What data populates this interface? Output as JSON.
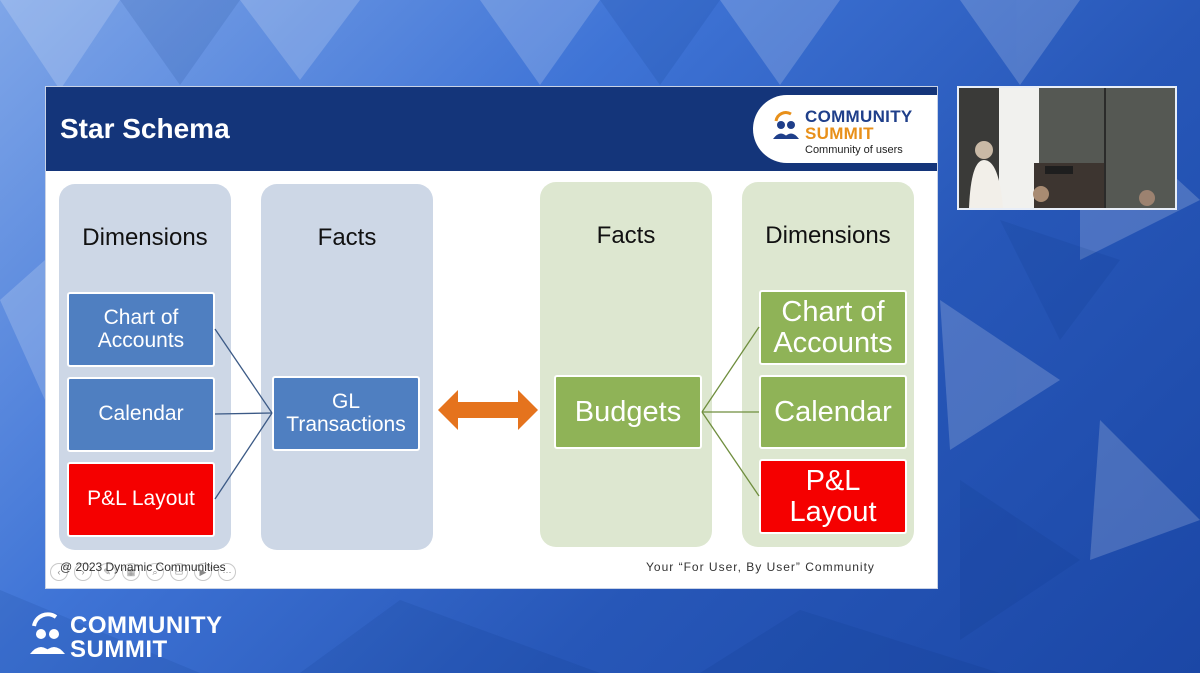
{
  "slide": {
    "title": "Star Schema",
    "logo": {
      "line1": "COMMUNITY",
      "line2": "SUMMIT",
      "tagline": "Community of users"
    },
    "left_diagram": {
      "dimensions_label": "Dimensions",
      "facts_label": "Facts",
      "dimension_boxes": [
        "Chart of Accounts",
        "Calendar",
        "P&L Layout"
      ],
      "fact_box": "GL Transactions"
    },
    "right_diagram": {
      "facts_label": "Facts",
      "dimensions_label": "Dimensions",
      "fact_box": "Budgets",
      "dimension_boxes": [
        "Chart of Accounts",
        "Calendar",
        "P&L Layout"
      ]
    },
    "footer_left": "@ 2023 Dynamic Communities",
    "footer_right": "Your “For User, By User” Community"
  },
  "bottom_logo": {
    "line1": "COMMUNITY",
    "line2": "SUMMIT"
  },
  "colors": {
    "header": "#14357a",
    "blue_box": "#4f7fc1",
    "green_box": "#8fb357",
    "red_box": "#f50000",
    "arrow": "#e5731d",
    "logo_blue": "#1f3f8a",
    "logo_orange": "#e8901a"
  }
}
